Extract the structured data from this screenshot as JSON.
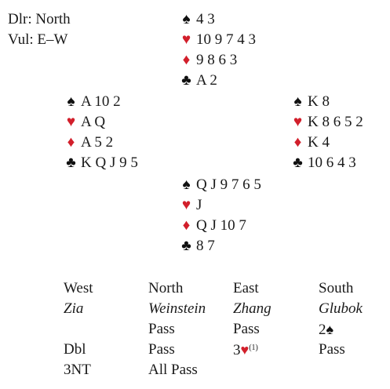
{
  "header": {
    "dealer": "Dlr: North",
    "vulnerability": "Vul: E–W"
  },
  "symbols": {
    "spades": "♠",
    "hearts": "♥",
    "diamonds": "♦",
    "clubs": "♣"
  },
  "colors": {
    "black_suit": "#111111",
    "red_suit": "#d21f2b"
  },
  "hands": {
    "north": {
      "spades": "4 3",
      "hearts": "10 9 7 4 3",
      "diamonds": "9 8 6 3",
      "clubs": "A 2"
    },
    "west": {
      "spades": "A 10 2",
      "hearts": "A Q",
      "diamonds": "A 5 2",
      "clubs": "K Q J 9 5"
    },
    "east": {
      "spades": "K 8",
      "hearts": "K 8 6 5 2",
      "diamonds": "K 4",
      "clubs": "10 6 4 3"
    },
    "south": {
      "spades": "Q J 9 7 6 5",
      "hearts": "J",
      "diamonds": "Q J 10 7",
      "clubs": "8 7"
    }
  },
  "auction": {
    "directions": [
      "West",
      "North",
      "East",
      "South"
    ],
    "players": [
      "Zia",
      "Weinstein",
      "Zhang",
      "Glubok"
    ],
    "row1": {
      "north": "Pass",
      "east": "Pass",
      "south_level": "2",
      "south_suit": "♠"
    },
    "row2": {
      "west": "Dbl",
      "north": "Pass",
      "east_level": "3",
      "east_suit": "♥",
      "east_note": "(1)",
      "south": "Pass"
    },
    "row3": {
      "west": "3NT",
      "north": "All Pass"
    }
  }
}
